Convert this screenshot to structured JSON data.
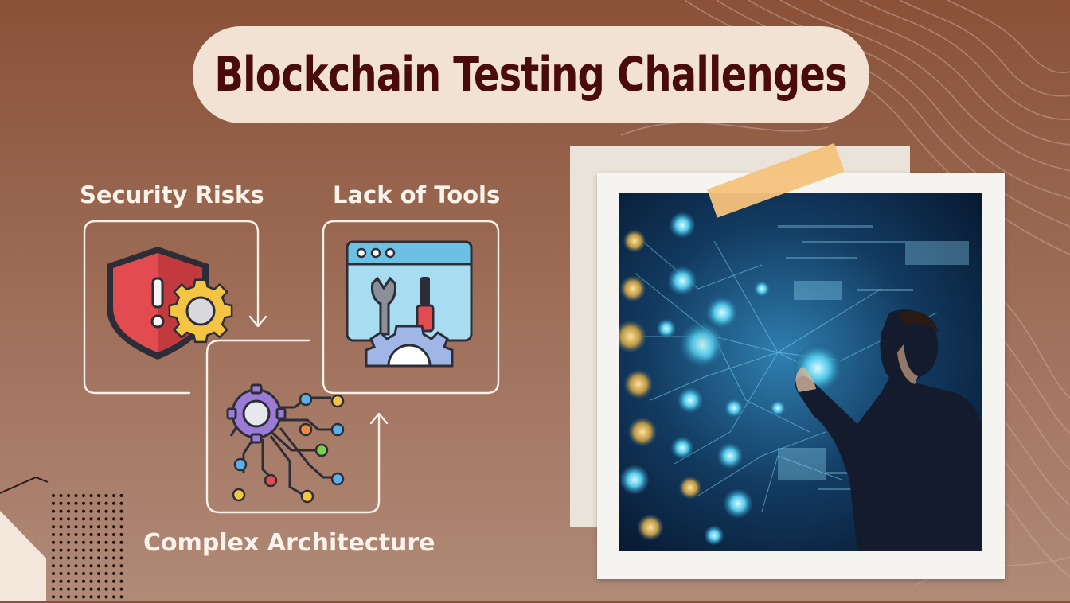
{
  "title": "Blockchain Testing Challenges",
  "labels": {
    "security": "Security Risks",
    "tools": "Lack of Tools",
    "complex": "Complex Architecture"
  },
  "colors": {
    "background_top": "#8a5138",
    "title_pill": "#f1e2d3",
    "title_text": "#4a0b0b",
    "label_text": "#fdf3ea",
    "tape": "#f6c27c"
  },
  "icons": {
    "security": "shield-alert-gear-icon",
    "tools": "browser-tools-gear-icon",
    "complex": "gear-circuit-network-icon",
    "photo": "person-touching-holographic-network-photo"
  }
}
